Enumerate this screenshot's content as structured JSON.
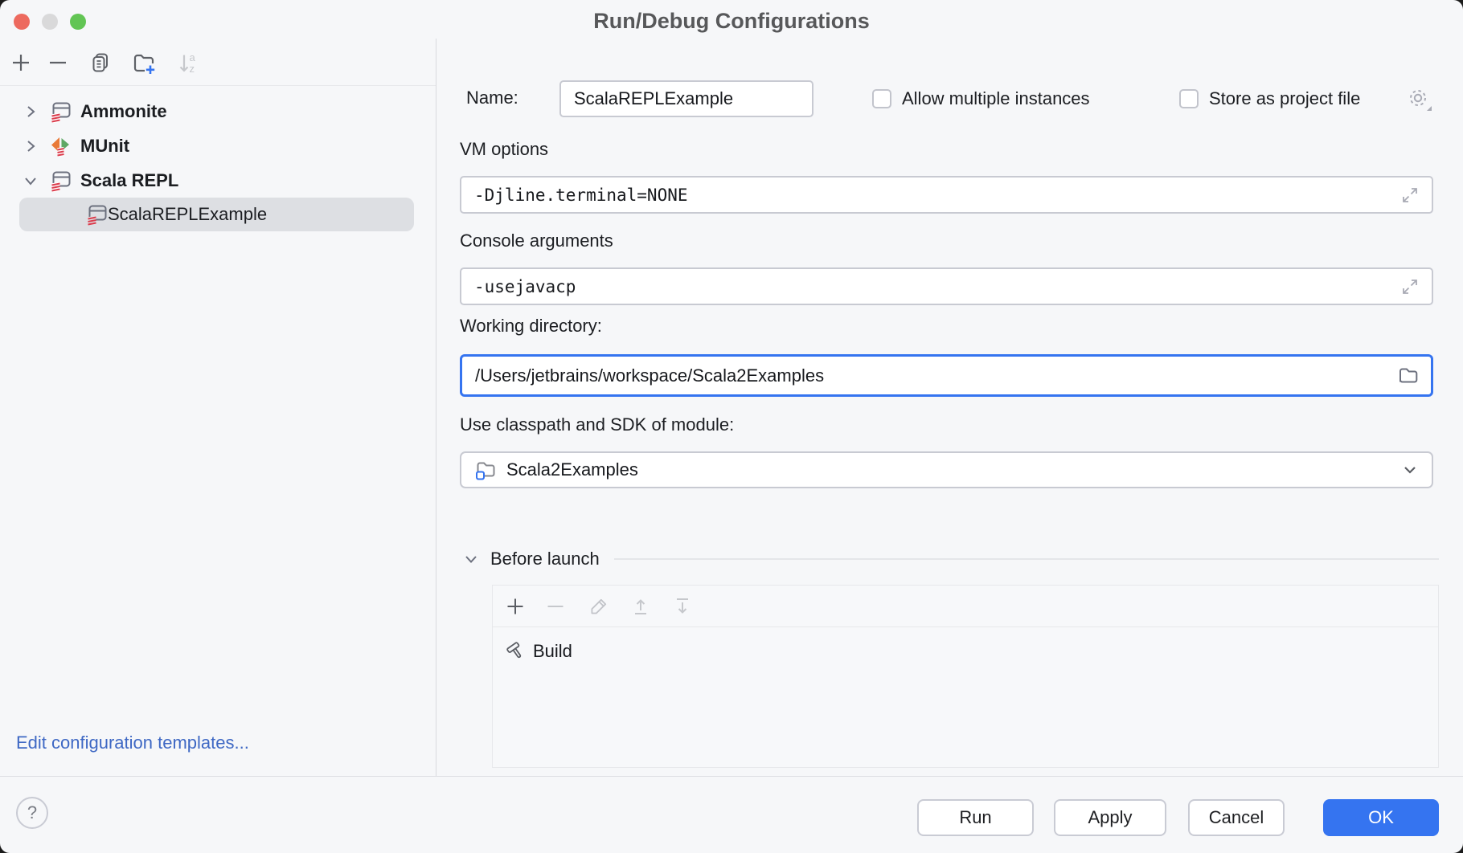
{
  "window": {
    "title": "Run/Debug Configurations"
  },
  "sidebar": {
    "toolbar_icons": [
      "plus-icon",
      "minus-icon",
      "copy-icon",
      "new-folder-icon",
      "sort-alpha-icon"
    ],
    "tree": [
      {
        "label": "Ammonite",
        "icon": "scala-repl-icon",
        "chevron": "chevron-right-icon",
        "expanded": false,
        "selected": false
      },
      {
        "label": "MUnit",
        "icon": "munit-icon",
        "chevron": "chevron-right-icon",
        "expanded": false,
        "selected": false
      },
      {
        "label": "Scala REPL",
        "icon": "scala-repl-icon",
        "chevron": "chevron-down-icon",
        "expanded": true,
        "selected": false
      },
      {
        "label": "ScalaREPLExample",
        "icon": "scala-repl-icon",
        "chevron": null,
        "expanded": false,
        "selected": true
      }
    ],
    "edit_templates_link": "Edit configuration templates..."
  },
  "form": {
    "name_label": "Name:",
    "name_value": "ScalaREPLExample",
    "allow_multiple_label": "Allow multiple instances",
    "allow_multiple_checked": false,
    "store_project_label": "Store as project file",
    "store_project_checked": false,
    "vm_options_label": "VM options",
    "vm_options_value": "-Djline.terminal=NONE",
    "console_args_label": "Console arguments",
    "console_args_value": "-usejavacp",
    "working_dir_label": "Working directory:",
    "working_dir_value": "/Users/jetbrains/workspace/Scala2Examples",
    "working_dir_focused": true,
    "module_label": "Use classpath and SDK of module:",
    "module_value": "Scala2Examples"
  },
  "before_launch": {
    "title": "Before launch",
    "toolbar_icons": [
      "plus-icon",
      "minus-icon",
      "pencil-icon",
      "arrow-up-from-line-icon",
      "arrow-down-to-line-icon"
    ],
    "tasks": [
      {
        "label": "Build",
        "icon": "hammer-icon"
      }
    ]
  },
  "footer": {
    "run": "Run",
    "apply": "Apply",
    "cancel": "Cancel",
    "ok": "OK",
    "help_glyph": "?"
  },
  "colors": {
    "accent": "#3574F0",
    "link": "#3E68C4",
    "selection": "#DDDFE3",
    "traffic_close": "#ED6A5F",
    "traffic_minimize_disabled": "#D9D9DA",
    "traffic_zoom": "#62C554",
    "scala_red": "#DB3D4D",
    "munit_orange": "#E97A38",
    "munit_green": "#5FA865"
  }
}
